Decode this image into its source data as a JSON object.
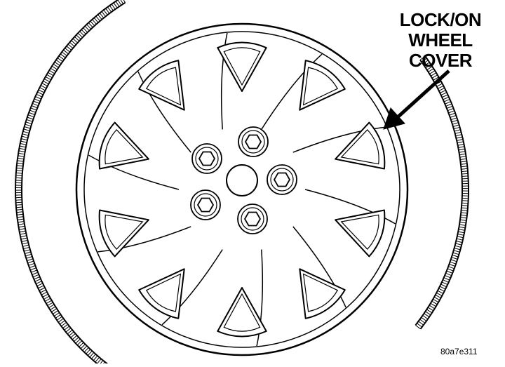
{
  "callout": {
    "line1": "LOCK/ON",
    "line2": "WHEEL",
    "line3": "COVER"
  },
  "figure_code": "80a7e311",
  "colors": {
    "ink": "#000000",
    "paper": "#ffffff"
  }
}
